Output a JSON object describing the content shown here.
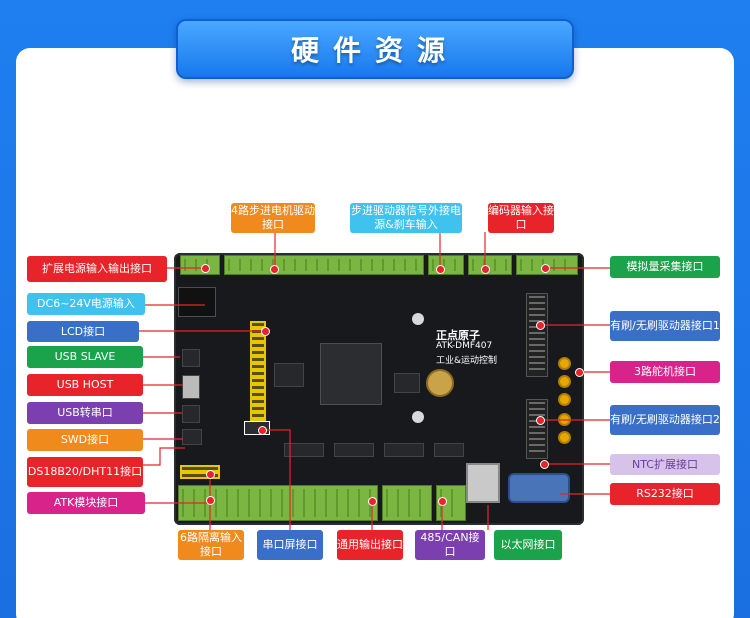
{
  "title": "硬件资源",
  "top_labels": {
    "stepper": "4路步进电机驱动接口",
    "stepper_signal": "步进驱动器信号外接电源&刹车输入",
    "encoder": "编码器输入接口"
  },
  "left_labels": {
    "ext_power": "扩展电源输入输出接口",
    "dc_input": "DC6~24V电源输入",
    "lcd": "LCD接口",
    "usb_slave": "USB SLAVE",
    "usb_host": "USB HOST",
    "usb_serial": "USB转串口",
    "swd": "SWD接口",
    "ds18b20": "DS18B20/DHT11接口",
    "atk_module": "ATK模块接口"
  },
  "right_labels": {
    "analog": "模拟量采集接口",
    "bldc1": "有刷/无刷驱动器接口1",
    "servo": "3路舵机接口",
    "bldc2": "有刷/无刷驱动器接口2",
    "ntc": "NTC扩展接口",
    "rs232": "RS232接口"
  },
  "bottom_labels": {
    "isolated_input": "6路隔离输入接口",
    "serial_screen": "串口屏接口",
    "general_output": "通用输出接口",
    "can485": "485/CAN接口",
    "ethernet": "以太网接口"
  },
  "board": {
    "brand": "正点原子",
    "model": "ATK-DMF407",
    "subtitle": "工业&运动控制"
  },
  "colors": {
    "red": "#e8232a",
    "blue": "#3a6fc8",
    "green": "#1aa34a",
    "purple": "#7b3fb0",
    "orange": "#f08a1c",
    "cyan": "#3fc2ee",
    "lavender": "#d7c2ea",
    "pink": "#d8238a",
    "teal": "#0aa58a",
    "title_bg": "#1778ee"
  }
}
